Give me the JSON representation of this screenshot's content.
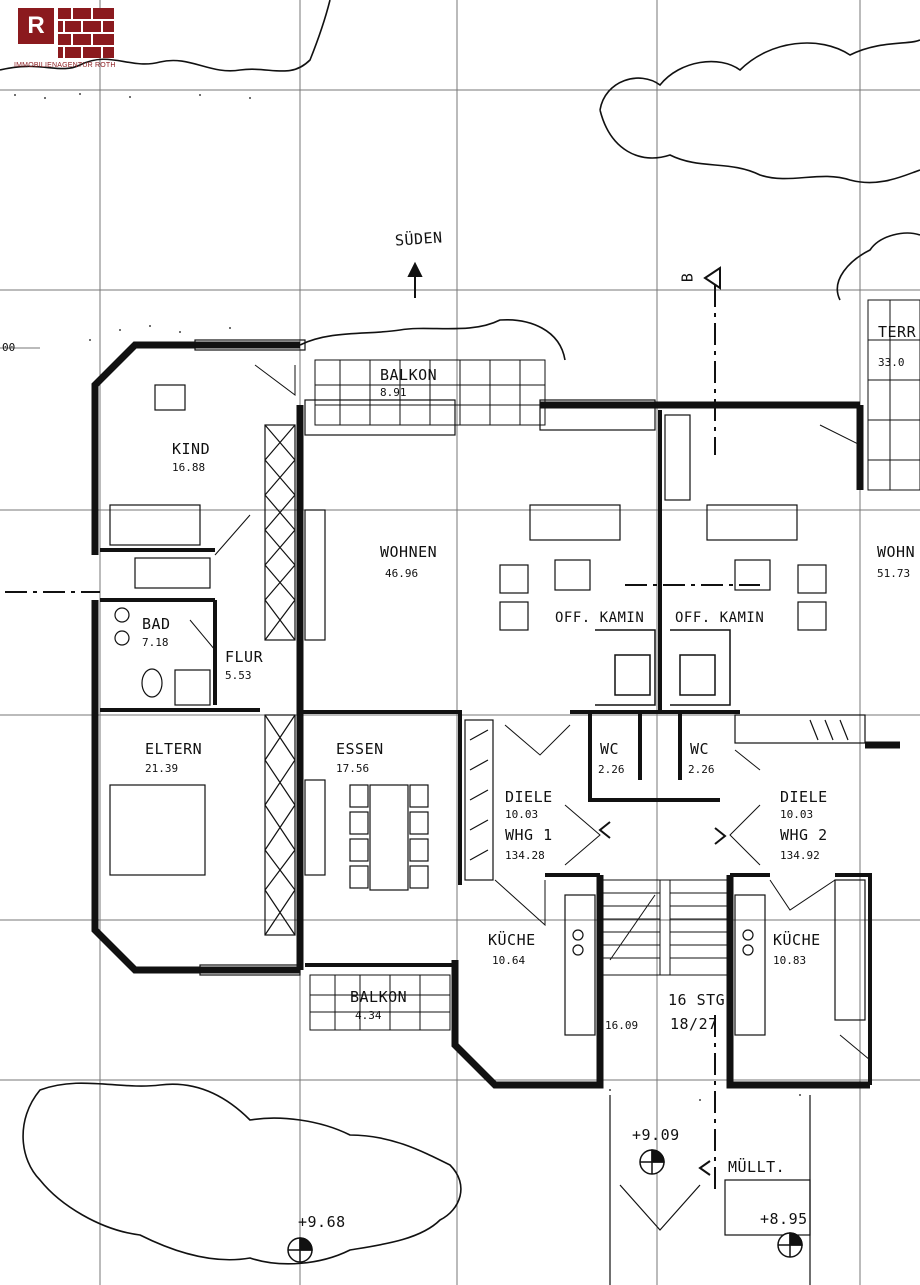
{
  "logo": {
    "letter": "R",
    "company": "IMMOBILIENAGENTUR ROTH",
    "color": "#8b1a1e"
  },
  "orientation": {
    "label": "SÜDEN"
  },
  "section_marker": "B",
  "edge_labels": {
    "left_number": "00"
  },
  "rooms": [
    {
      "id": "kind",
      "name": "KIND",
      "area": "16.88"
    },
    {
      "id": "balkon-top",
      "name": "BALKON",
      "area": "8.91"
    },
    {
      "id": "wohnen-1",
      "name": "WOHNEN",
      "area": "46.96"
    },
    {
      "id": "bad",
      "name": "BAD",
      "area": "7.18"
    },
    {
      "id": "flur",
      "name": "FLUR",
      "area": "5.53"
    },
    {
      "id": "kamin-1",
      "name": "OFF. KAMIN",
      "area": ""
    },
    {
      "id": "kamin-2",
      "name": "OFF. KAMIN",
      "area": ""
    },
    {
      "id": "eltern",
      "name": "ELTERN",
      "area": "21.39"
    },
    {
      "id": "essen",
      "name": "ESSEN",
      "area": "17.56"
    },
    {
      "id": "wc-1",
      "name": "WC",
      "area": "2.26"
    },
    {
      "id": "wc-2",
      "name": "WC",
      "area": "2.26"
    },
    {
      "id": "diele-1",
      "name": "DIELE",
      "area": "10.03"
    },
    {
      "id": "diele-2",
      "name": "DIELE",
      "area": "10.03"
    },
    {
      "id": "kueche-1",
      "name": "KÜCHE",
      "area": "10.64"
    },
    {
      "id": "kueche-2",
      "name": "KÜCHE",
      "area": "10.83"
    },
    {
      "id": "balkon-bottom",
      "name": "BALKON",
      "area": "4.34"
    },
    {
      "id": "wohnen-2",
      "name": "WOHN",
      "area": "51.73"
    },
    {
      "id": "terrasse",
      "name": "TERR",
      "area": "33.0"
    }
  ],
  "units": [
    {
      "id": "whg-1",
      "name": "WHG 1",
      "area": "134.28"
    },
    {
      "id": "whg-2",
      "name": "WHG 2",
      "area": "134.92"
    }
  ],
  "stairs": {
    "label": "16 STG.",
    "ratio": "18/27",
    "landing": "16.09"
  },
  "muell": "MÜLLT.",
  "levels": [
    "+9.09",
    "+9.68",
    "+8.95"
  ]
}
